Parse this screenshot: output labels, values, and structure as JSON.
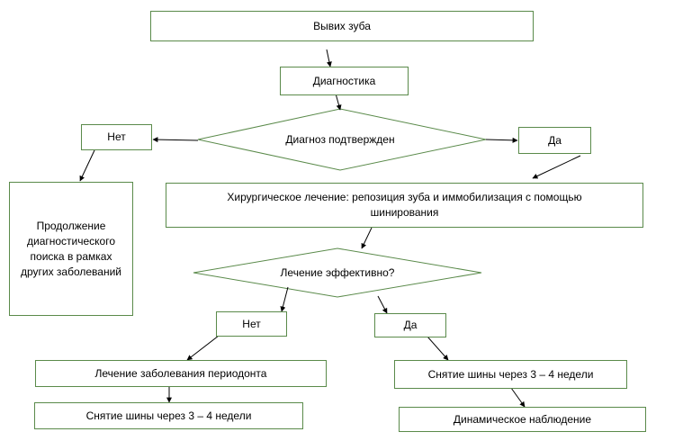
{
  "flowchart": {
    "extraction": "Вывих зуба",
    "diagnostics": "Диагностика",
    "diagnosis_question": "Диагноз подтвержден",
    "no_1": "Нет",
    "yes_1": "Да",
    "continue_search": "Продолжение диагностического поиска в рамках других заболеваний",
    "surgery": "Хирургическое лечение: репозиция зуба и иммобилизация с помощью шинирования",
    "effective_question": "Лечение эффективно?",
    "no_2": "Нет",
    "yes_2": "Да",
    "periodontal_treatment": "Лечение заболевания периодонта",
    "splint_removal_left": "Снятие шины через 3 – 4 недели",
    "splint_removal_right": "Снятие шины через 3 – 4 недели",
    "observation": "Динамическое наблюдение"
  },
  "colors": {
    "border": "#5a8a4a",
    "arrow": "#000000"
  }
}
